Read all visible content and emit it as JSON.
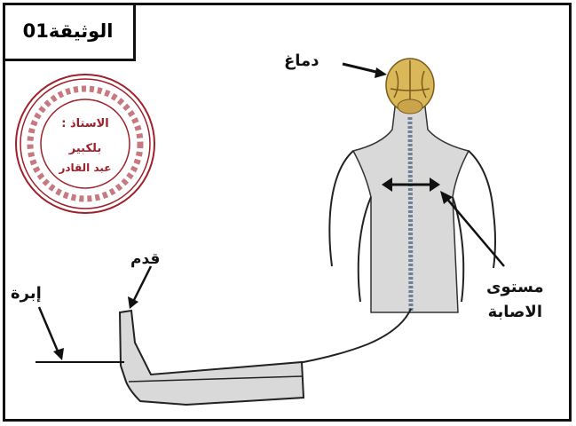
{
  "document_label": "الوثيقة01",
  "labels": {
    "brain": "دماغ",
    "foot": "قدم",
    "needle": "إبرة",
    "injury_line1": "مستوى",
    "injury_line2": "الاصابة"
  },
  "stamp": {
    "line1": "الاستاذ :",
    "line2": "بلكبير",
    "line3": "عبد القادر"
  },
  "colors": {
    "stamp": "#a0202a",
    "body_fill": "#d9d9d9",
    "brain": "#d9b85a",
    "spine": "#6f7f95"
  }
}
